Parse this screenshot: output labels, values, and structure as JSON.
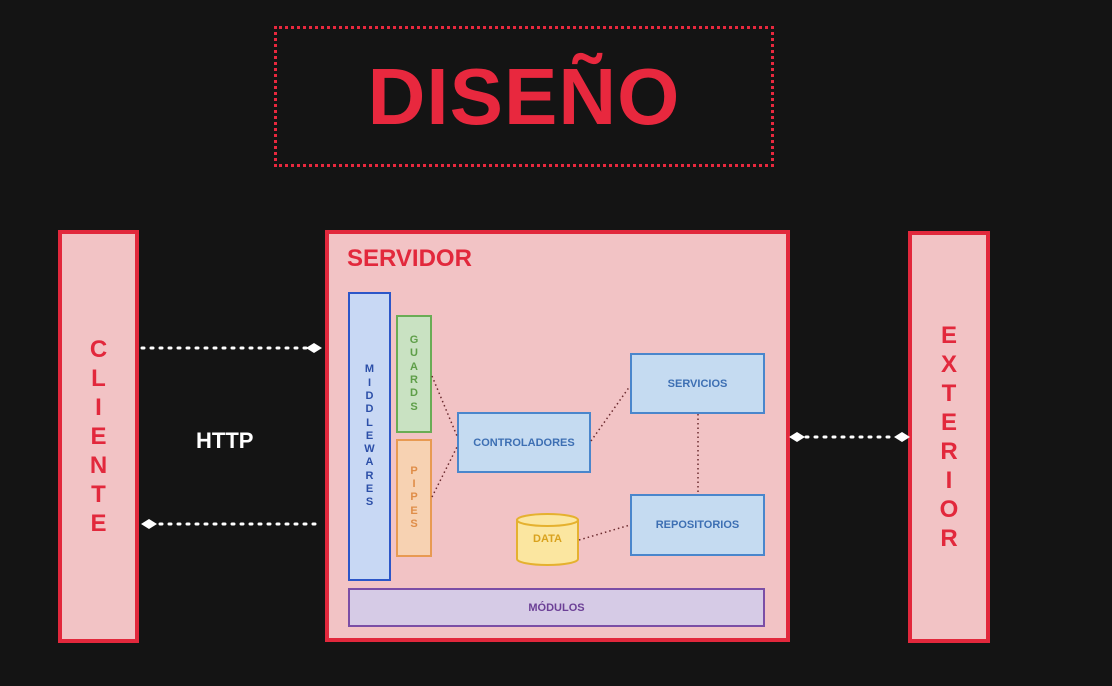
{
  "title": "DISEÑO",
  "cliente": [
    "C",
    "L",
    "I",
    "E",
    "N",
    "T",
    "E"
  ],
  "exterior": [
    "E",
    "X",
    "T",
    "E",
    "R",
    "I",
    "O",
    "R"
  ],
  "servidor": {
    "label": "SERVIDOR",
    "middlewares": [
      "M",
      "I",
      "D",
      "D",
      "L",
      "E",
      "W",
      "A",
      "R",
      "E",
      "S"
    ],
    "guards": [
      "G",
      "U",
      "A",
      "R",
      "D",
      "S"
    ],
    "pipes": [
      "P",
      "I",
      "P",
      "E",
      "S"
    ],
    "controladores": "CONTROLADORES",
    "servicios": "SERVICIOS",
    "repositorios": "REPOSITORIOS",
    "data": "DATA",
    "modulos": "MÓDULOS"
  },
  "connection_label": "HTTP",
  "colors": {
    "accent_red": "#e2283c",
    "background": "#141414",
    "box_fill": "#f2c3c5"
  }
}
